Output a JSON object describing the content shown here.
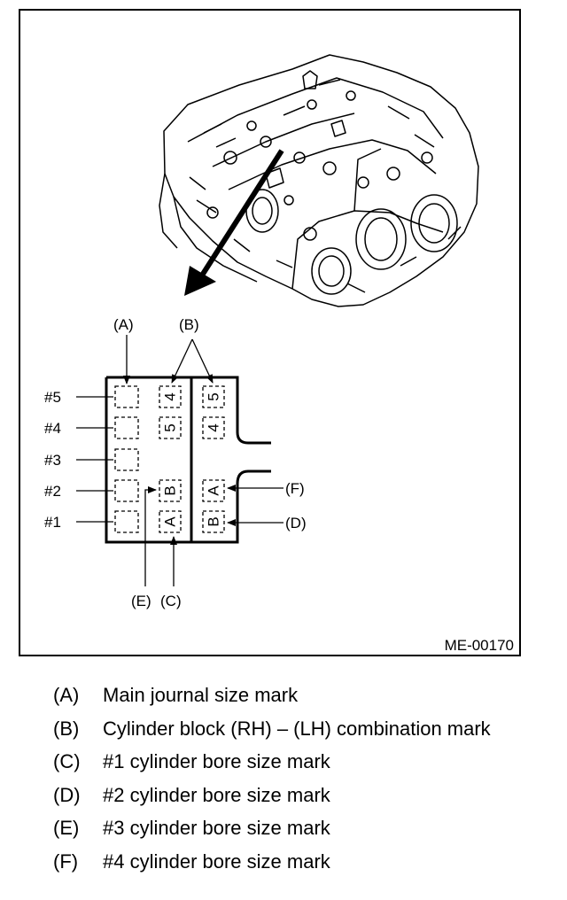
{
  "figure": {
    "code": "ME-00170",
    "callouts": {
      "a": "(A)",
      "b": "(B)",
      "c": "(C)",
      "d": "(D)",
      "e": "(E)",
      "f": "(F)"
    },
    "journals": [
      "#5",
      "#4",
      "#3",
      "#2",
      "#1"
    ],
    "marks": {
      "left_column": [
        "4",
        "5",
        "B",
        "A"
      ],
      "right_column": [
        "5",
        "4",
        "A",
        "B"
      ]
    }
  },
  "legend": [
    {
      "key": "(A)",
      "text": "Main journal size mark"
    },
    {
      "key": "(B)",
      "text": "Cylinder block (RH) – (LH) combination mark"
    },
    {
      "key": "(C)",
      "text": "#1 cylinder bore size mark"
    },
    {
      "key": "(D)",
      "text": "#2 cylinder bore size mark"
    },
    {
      "key": "(E)",
      "text": "#3 cylinder bore size mark"
    },
    {
      "key": "(F)",
      "text": "#4 cylinder bore size mark"
    }
  ]
}
